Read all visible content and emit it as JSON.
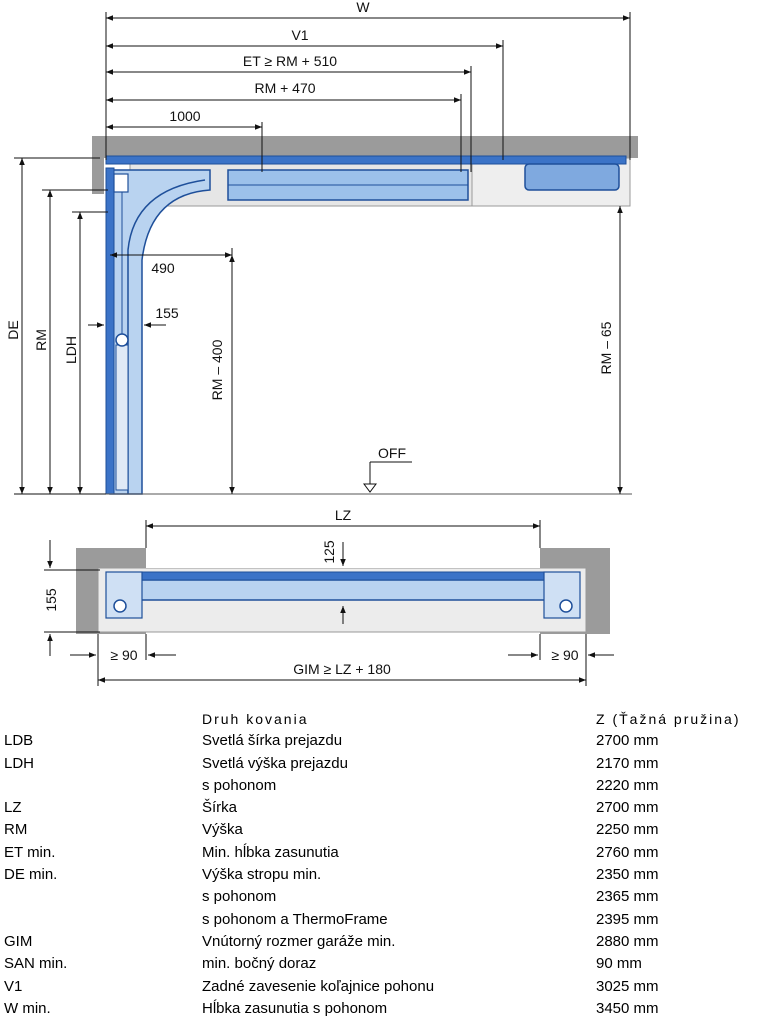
{
  "diagram": {
    "dims": {
      "w": "W",
      "v1": "V1",
      "et": "ET ≥ RM + 510",
      "rm470": "RM + 470",
      "d1000": "1000",
      "de": "DE",
      "rm": "RM",
      "ldh": "LDH",
      "d490": "490",
      "d155_side": "155",
      "rm400": "RM – 400",
      "rm65": "RM – 65",
      "off": "OFF",
      "lz": "LZ",
      "d125": "125",
      "d155_plan": "155",
      "sl": "≥ 90",
      "sr": "≥ 90",
      "gim": "GIM ≥ LZ + 180"
    }
  },
  "table": {
    "header": {
      "col2": "Druh kovania",
      "col3": "Z (Ťažná pružina)"
    },
    "rows": [
      {
        "code": "LDB",
        "label": "Svetlá šírka prejazdu",
        "value": "2700 mm"
      },
      {
        "code": "LDH",
        "label": "Svetlá výška prejazdu",
        "value": "2170 mm"
      },
      {
        "code": "",
        "label": "s pohonom",
        "value": "2220 mm"
      },
      {
        "code": "LZ",
        "label": "Šírka",
        "value": "2700 mm"
      },
      {
        "code": "RM",
        "label": "Výška",
        "value": "2250 mm"
      },
      {
        "code": "ET min.",
        "label": "Min. hĺbka zasunutia",
        "value": "2760 mm"
      },
      {
        "code": "DE min.",
        "label": "Výška stropu min.",
        "value": "2350 mm"
      },
      {
        "code": "",
        "label": "s pohonom",
        "value": "2365 mm"
      },
      {
        "code": "",
        "label": "s pohonom a ThermoFrame",
        "value": "2395 mm"
      },
      {
        "code": "GIM",
        "label": "Vnútorný rozmer garáže min.",
        "value": "2880 mm"
      },
      {
        "code": "SAN min.",
        "label": "min. bočný doraz",
        "value": "90 mm"
      },
      {
        "code": "V1",
        "label": "Zadné zavesenie koľajnice pohonu",
        "value": "3025 mm"
      },
      {
        "code": "W min.",
        "label": "Hĺbka zasunutia s pohonom",
        "value": "3450 mm"
      }
    ]
  }
}
